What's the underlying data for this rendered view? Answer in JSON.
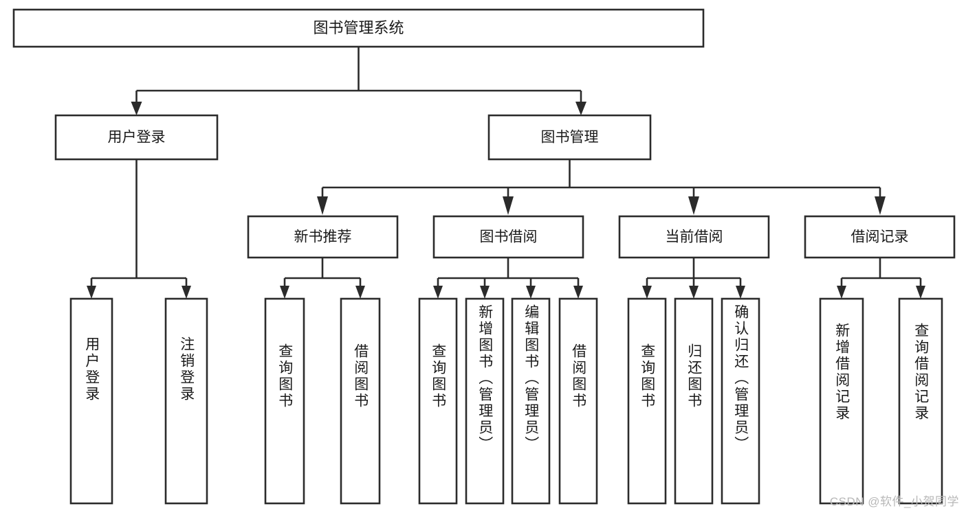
{
  "diagram": {
    "type": "tree",
    "title": "图书管理系统",
    "orientation": "top-down",
    "root": {
      "label": "图书管理系统",
      "children": [
        {
          "label": "用户登录",
          "children": [
            {
              "label": "用户登录",
              "orientation": "vertical"
            },
            {
              "label": "注销登录",
              "orientation": "vertical"
            }
          ]
        },
        {
          "label": "图书管理",
          "children": [
            {
              "label": "新书推荐",
              "children": [
                {
                  "label": "查询图书",
                  "orientation": "vertical"
                },
                {
                  "label": "借阅图书",
                  "orientation": "vertical"
                }
              ]
            },
            {
              "label": "图书借阅",
              "children": [
                {
                  "label": "查询图书",
                  "orientation": "vertical"
                },
                {
                  "label": "新增图书（管理员）",
                  "orientation": "vertical"
                },
                {
                  "label": "编辑图书（管理员）",
                  "orientation": "vertical"
                },
                {
                  "label": "借阅图书",
                  "orientation": "vertical"
                }
              ]
            },
            {
              "label": "当前借阅",
              "children": [
                {
                  "label": "查询图书",
                  "orientation": "vertical"
                },
                {
                  "label": "归还图书",
                  "orientation": "vertical"
                },
                {
                  "label": "确认归还（管理员）",
                  "orientation": "vertical"
                }
              ]
            },
            {
              "label": "借阅记录",
              "children": [
                {
                  "label": "新增借阅记录",
                  "orientation": "vertical"
                },
                {
                  "label": "查询借阅记录",
                  "orientation": "vertical"
                }
              ]
            }
          ]
        }
      ]
    }
  },
  "nodes": {
    "root": "图书管理系统",
    "l1": {
      "user_login": "用户登录",
      "book_manage": "图书管理"
    },
    "l2": {
      "new_book_rec": "新书推荐",
      "book_borrow": "图书借阅",
      "current_borrow": "当前借阅",
      "borrow_record": "借阅记录"
    },
    "leaves": {
      "user_login_1": "用户登录",
      "user_login_2": "注销登录",
      "new_book_1": "查询图书",
      "new_book_2": "借阅图书",
      "borrow_1": "查询图书",
      "borrow_2": "新增图书（管理员）",
      "borrow_3": "编辑图书（管理员）",
      "borrow_4": "借阅图书",
      "current_1": "查询图书",
      "current_2": "归还图书",
      "current_3": "确认归还（管理员）",
      "record_1": "新增借阅记录",
      "record_2": "查询借阅记录"
    }
  },
  "watermark": {
    "text": "CSDN @软件_小贺同学"
  },
  "colors": {
    "background": "#ffffff",
    "box_fill": "#ffffff",
    "box_stroke": "#2b2b2b",
    "text": "#1a1a1a",
    "watermark": "#b8b8b8"
  }
}
